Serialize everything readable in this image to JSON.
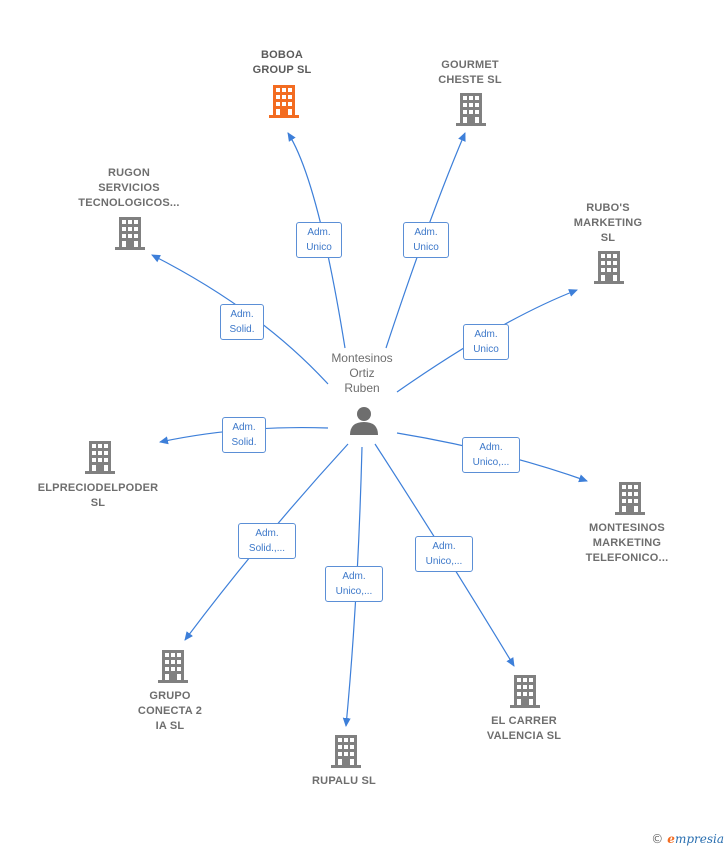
{
  "colors": {
    "edge": "#3d7fd9",
    "building": "#808080",
    "building_highlight": "#f36c21",
    "person": "#6e6e6e",
    "role_border": "#5b8fd6",
    "role_text": "#3d78c9"
  },
  "person": {
    "name": "Montesinos\nOrtiz\nRuben",
    "icon": "person-icon"
  },
  "companies": [
    {
      "id": "boboa",
      "label": "BOBOA\nGROUP  SL",
      "highlight": true,
      "role": "Adm.\nUnico"
    },
    {
      "id": "gourmet",
      "label": "GOURMET\nCHESTE  SL",
      "highlight": false,
      "role": "Adm.\nUnico"
    },
    {
      "id": "rugon",
      "label": "RUGON\nSERVICIOS\nTECNOLOGICOS...",
      "highlight": false,
      "role": "Adm.\nSolid."
    },
    {
      "id": "rubos",
      "label": "RUBO'S\nMARKETING\nSL",
      "highlight": false,
      "role": "Adm.\nUnico"
    },
    {
      "id": "elprecio",
      "label": "ELPRECIODELPODER\nSL",
      "highlight": false,
      "role": "Adm.\nSolid."
    },
    {
      "id": "montesinos",
      "label": "MONTESINOS\nMARKETING\nTELEFONICO...",
      "highlight": false,
      "role": "Adm.\nUnico,..."
    },
    {
      "id": "grupo",
      "label": "GRUPO\nCONECTA 2\nIA  SL",
      "highlight": false,
      "role": "Adm.\nSolid.,..."
    },
    {
      "id": "rupalu",
      "label": "RUPALU  SL",
      "highlight": false,
      "role": "Adm.\nUnico,..."
    },
    {
      "id": "elcarrer",
      "label": "EL CARRER\nVALENCIA  SL",
      "highlight": false,
      "role": "Adm.\nUnico,..."
    }
  ],
  "brand": {
    "initial": "e",
    "rest": "mpresia"
  }
}
